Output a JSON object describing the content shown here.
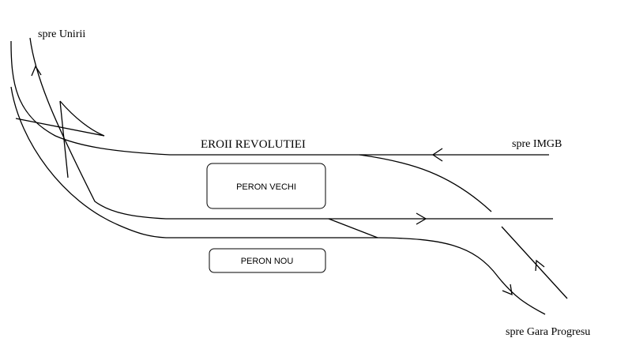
{
  "labels": {
    "north": "spre Unirii",
    "east": "spre IMGB",
    "south": "spre Gara Progresu",
    "station": "EROII REVOLUTIEI"
  },
  "platforms": {
    "old": "PERON VECHI",
    "new": "PERON NOU"
  }
}
